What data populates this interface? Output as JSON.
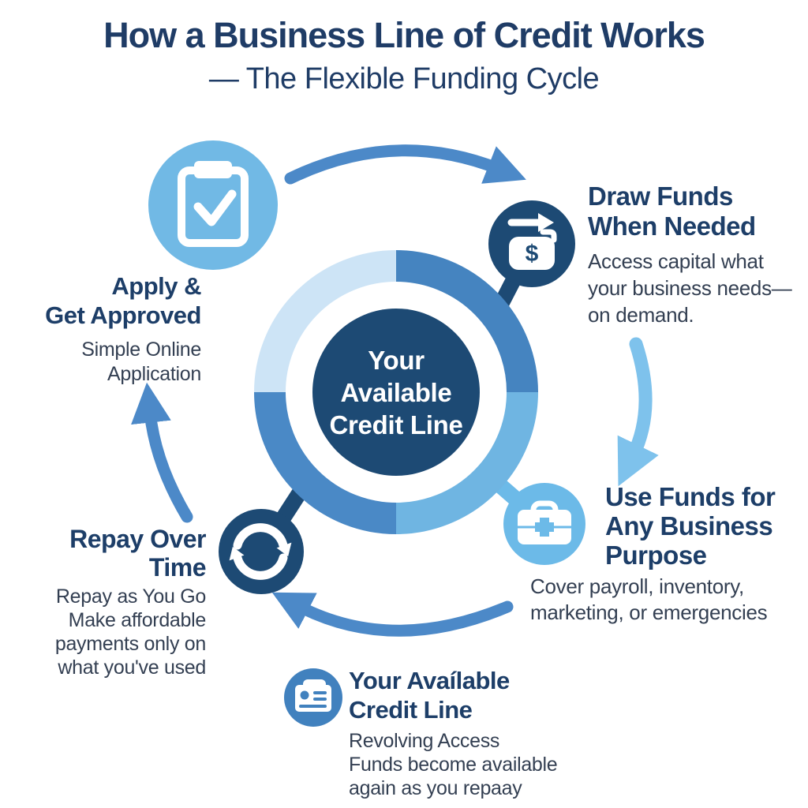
{
  "palette": {
    "navy": "#1d4a74",
    "steel_blue": "#4584c0",
    "medium_blue": "#4a89c6",
    "sky_blue": "#6fb5e2",
    "pale_blue": "#cde4f6",
    "light_icon_blue": "#71b9e5",
    "briefcase_blue": "#6cbae8",
    "card_blue": "#4181be",
    "arrow_blue": "#4c89c8",
    "arrow_light_blue": "#7ec2ec",
    "heading_navy": "#1d3e68",
    "body_text": "#333f52",
    "white": "#ffffff"
  },
  "title": {
    "line1": "How a Business Line of Credit Works",
    "line2": "— The Flexible Funding Cycle"
  },
  "center_hub": {
    "label": "Your\nAvailable\nCredit Line"
  },
  "steps": {
    "apply": {
      "heading": "Apply &\nGet Approved",
      "body": "Simple Online\nApplication",
      "icon": "clipboard-check-icon"
    },
    "draw": {
      "heading": "Draw Funds\nWhen Needed",
      "body": "Access capital what\nyour business needs—\non demand.",
      "icon": "money-pouch-arrow-icon",
      "currency_symbol": "$"
    },
    "use": {
      "heading": "Use Funds for\nAny Business\nPurpose",
      "body": "Cover payroll, inventory,\nmarketing, or emergencies",
      "icon": "briefcase-icon"
    },
    "repay": {
      "heading": "Repay Over\nTime",
      "body": "Repay as You Go\nMake affordable\npayments only on\nwhat you've used",
      "icon": "refresh-cycle-icon"
    },
    "credit_line": {
      "heading": "Your Avaílable\nCredit Line",
      "body": "Revolving Access\nFunds become available\nagain as you repaay",
      "icon": "id-card-icon"
    }
  }
}
